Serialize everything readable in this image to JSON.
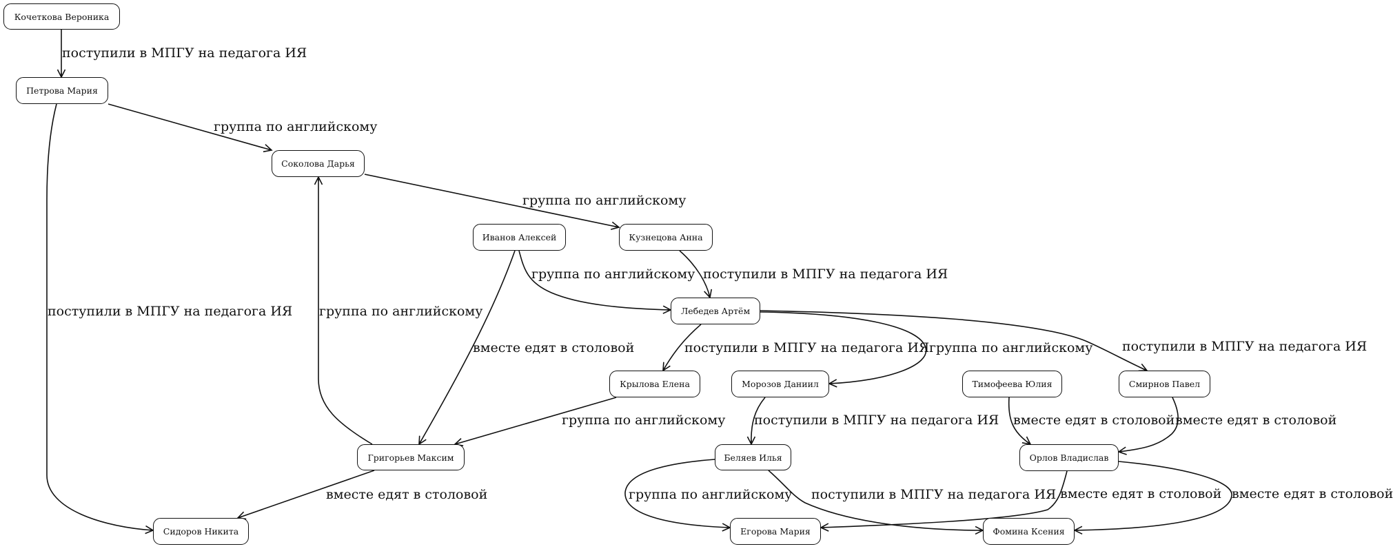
{
  "diagram": {
    "type": "directed-graph",
    "nodes": [
      {
        "id": "kochetkova",
        "label": "Кочеткова Вероника"
      },
      {
        "id": "petrova",
        "label": "Петрова Мария"
      },
      {
        "id": "sokolova",
        "label": "Соколова Дарья"
      },
      {
        "id": "ivanov",
        "label": "Иванов Алексей"
      },
      {
        "id": "kuznetsova",
        "label": "Кузнецова Анна"
      },
      {
        "id": "lebedev",
        "label": "Лебедев Артём"
      },
      {
        "id": "krylova",
        "label": "Крылова Елена"
      },
      {
        "id": "morozov",
        "label": "Морозов Даниил"
      },
      {
        "id": "timofeeva",
        "label": "Тимофеева Юлия"
      },
      {
        "id": "smirnov",
        "label": "Смирнов Павел"
      },
      {
        "id": "grigoriev",
        "label": "Григорьев Максим"
      },
      {
        "id": "belyaev",
        "label": "Беляев Илья"
      },
      {
        "id": "orlov",
        "label": "Орлов Владислав"
      },
      {
        "id": "sidorov",
        "label": "Сидоров Никита"
      },
      {
        "id": "egorova",
        "label": "Егорова Мария"
      },
      {
        "id": "fomina",
        "label": "Фомина Ксения"
      }
    ],
    "edges": [
      {
        "from": "kochetkova",
        "to": "petrova",
        "label": "поступили в МПГУ на педагога ИЯ"
      },
      {
        "from": "petrova",
        "to": "sokolova",
        "label": "группа по английскому"
      },
      {
        "from": "petrova",
        "to": "sidorov",
        "label": "поступили в МПГУ на педагога ИЯ"
      },
      {
        "from": "sokolova",
        "to": "kuznetsova",
        "label": "группа по английскому"
      },
      {
        "from": "grigoriev",
        "to": "sokolova",
        "label": "группа по английскому"
      },
      {
        "from": "ivanov",
        "to": "lebedev",
        "label": "группа по английскому"
      },
      {
        "from": "ivanov",
        "to": "grigoriev",
        "label": "вместе едят в столовой"
      },
      {
        "from": "kuznetsova",
        "to": "lebedev",
        "label": "поступили в МПГУ на педагога ИЯ"
      },
      {
        "from": "lebedev",
        "to": "krylova",
        "label": "поступили в МПГУ на педагога ИЯ"
      },
      {
        "from": "lebedev",
        "to": "morozov",
        "label": "группа по английскому"
      },
      {
        "from": "lebedev",
        "to": "smirnov",
        "label": "поступили в МПГУ на педагога ИЯ"
      },
      {
        "from": "krylova",
        "to": "grigoriev",
        "label": "группа по английскому"
      },
      {
        "from": "morozov",
        "to": "belyaev",
        "label": "поступили в МПГУ на педагога ИЯ"
      },
      {
        "from": "timofeeva",
        "to": "orlov",
        "label": "вместе едят в столовой"
      },
      {
        "from": "smirnov",
        "to": "orlov",
        "label": "вместе едят в столовой"
      },
      {
        "from": "grigoriev",
        "to": "sidorov",
        "label": "вместе едят в столовой"
      },
      {
        "from": "belyaev",
        "to": "egorova",
        "label": "группа по английскому"
      },
      {
        "from": "belyaev",
        "to": "fomina",
        "label": "поступили в МПГУ на педагога ИЯ"
      },
      {
        "from": "orlov",
        "to": "egorova",
        "label": "вместе едят в столовой"
      },
      {
        "from": "orlov",
        "to": "fomina",
        "label": "вместе едят в столовой"
      }
    ]
  }
}
